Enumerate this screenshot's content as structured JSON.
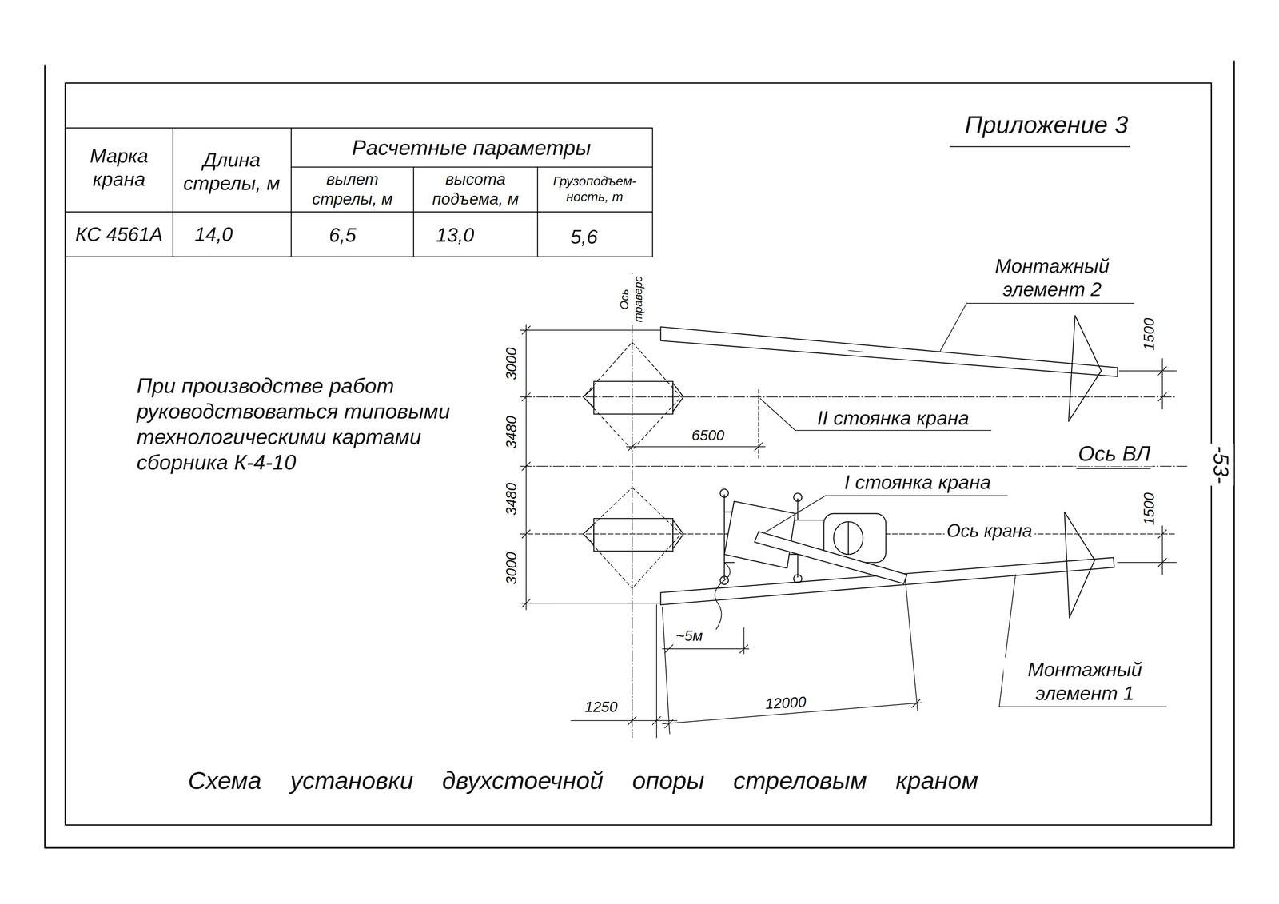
{
  "diagram": {
    "caption": "Схема установки двухстоечной опоры стреловым краном",
    "labels": [
      "Марка крана",
      "Длина стрелы, м",
      "Расчетные параметры",
      "вылет стрелы, м",
      "высота подъема, м",
      "Грузоподъем- ность, т",
      "КС 4561А",
      "14,0",
      "6,5",
      "13,0",
      "5,6",
      "Приложение 3",
      "При производстве работ руководствоваться типовыми технологическими картами сборника К-4-10",
      "Ось траверс",
      "Монтажный элемент 2",
      "II стоянка крана",
      "Ось ВЛ",
      "I стоянка крана",
      "Ось крана",
      "Монтажный элемент 1",
      "3000",
      "3480",
      "3480",
      "3000",
      "1500",
      "1500",
      "6500",
      "~5м",
      "1250",
      "12000",
      "-53-"
    ]
  }
}
